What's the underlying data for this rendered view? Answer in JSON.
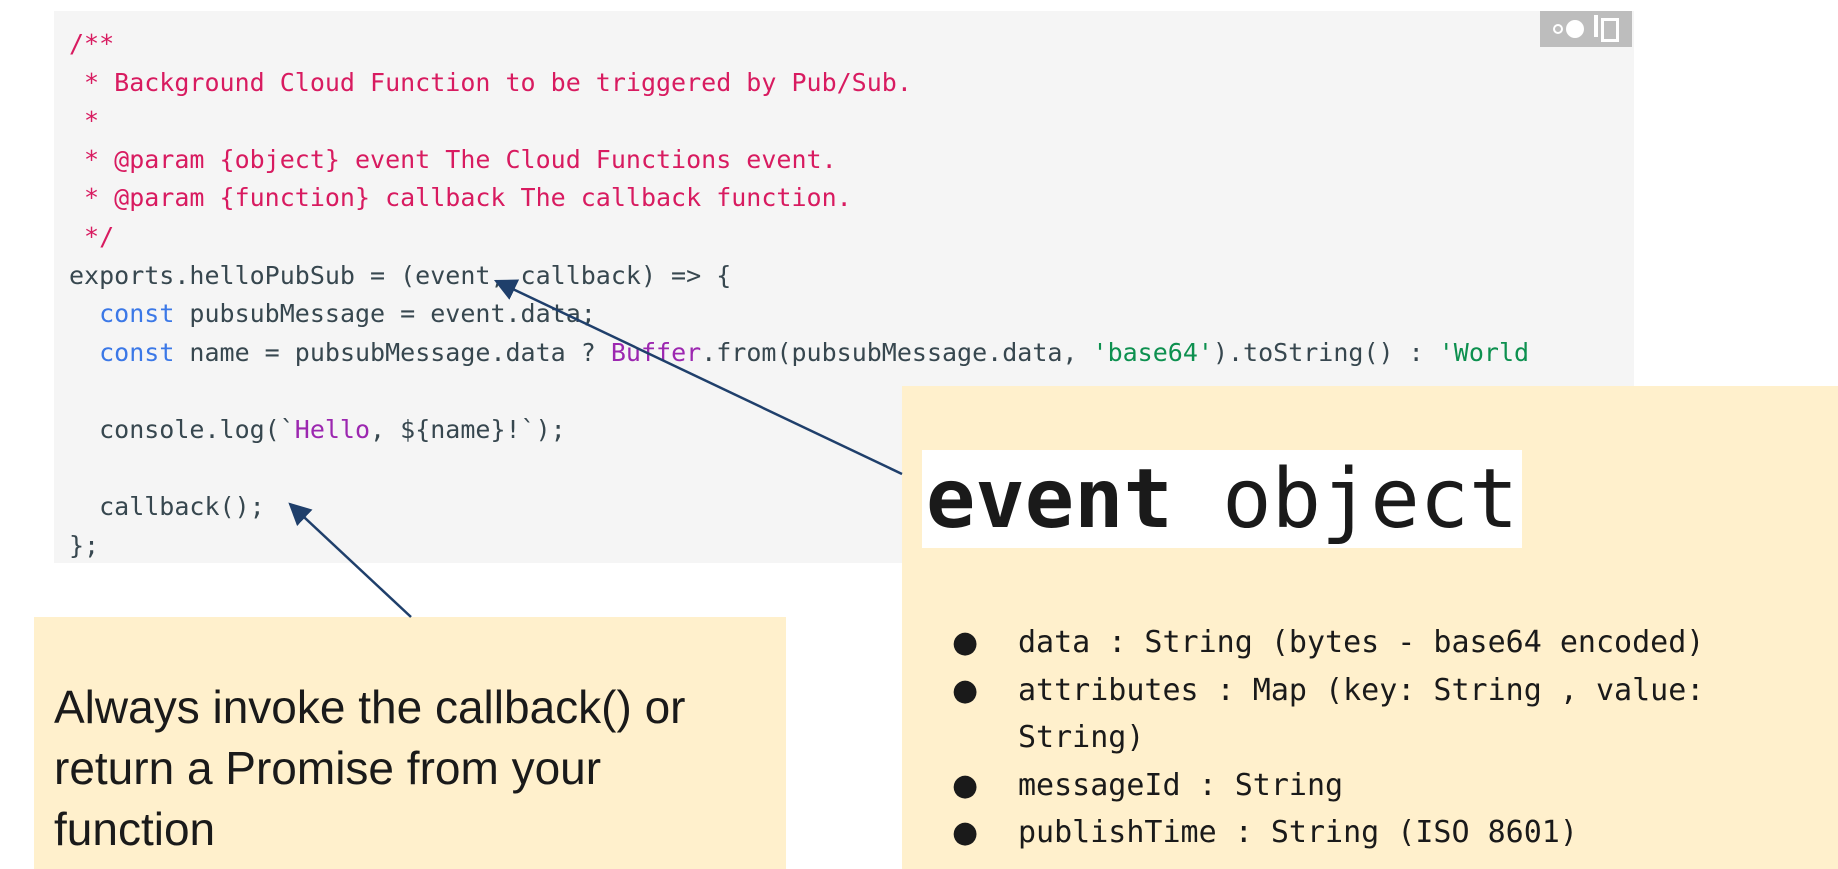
{
  "code_lines": [
    [
      {
        "t": "/**",
        "c": "comment"
      }
    ],
    [
      {
        "t": " * Background Cloud Function to be triggered by Pub/Sub.",
        "c": "comment"
      }
    ],
    [
      {
        "t": " *",
        "c": "comment"
      }
    ],
    [
      {
        "t": " * @param {object} event The Cloud Functions event.",
        "c": "comment"
      }
    ],
    [
      {
        "t": " * @param {function} callback The callback function.",
        "c": "comment"
      }
    ],
    [
      {
        "t": " */",
        "c": "comment"
      }
    ],
    [
      {
        "t": "exports.helloPubSub = (event, callback) => {",
        "c": ""
      }
    ],
    [
      {
        "t": "  ",
        "c": ""
      },
      {
        "t": "const",
        "c": "kw"
      },
      {
        "t": " pubsubMessage = event.data;",
        "c": ""
      }
    ],
    [
      {
        "t": "  ",
        "c": ""
      },
      {
        "t": "const",
        "c": "kw"
      },
      {
        "t": " name = pubsubMessage.data ? ",
        "c": ""
      },
      {
        "t": "Buffer",
        "c": "type"
      },
      {
        "t": ".from(pubsubMessage.data, ",
        "c": ""
      },
      {
        "t": "'base64'",
        "c": "str"
      },
      {
        "t": ").toString() : ",
        "c": ""
      },
      {
        "t": "'World",
        "c": "str"
      }
    ],
    [],
    [
      {
        "t": "  console.log(`",
        "c": ""
      },
      {
        "t": "Hello",
        "c": "tpl"
      },
      {
        "t": ", ${name}!`);",
        "c": ""
      }
    ],
    [],
    [
      {
        "t": "  callback();",
        "c": ""
      }
    ],
    [
      {
        "t": "};",
        "c": ""
      }
    ]
  ],
  "icons": [
    "toggle-icon",
    "copy-icon"
  ],
  "callout_left": {
    "text": "Always invoke the callback() or return a Promise from your function"
  },
  "callout_right": {
    "heading_bold": "event",
    "heading_rest": " object",
    "properties": [
      "data : String (bytes - base64 encoded)",
      "attributes : Map (key: String , value: String)",
      "messageId : String",
      "publishTime : String (ISO 8601)"
    ]
  },
  "colors": {
    "code_bg": "#f5f5f5",
    "comment": "#d81b60",
    "keyword": "#3b78e7",
    "type": "#9c27b0",
    "string": "#0d904f",
    "callout_bg": "#fff0cc",
    "arrow": "#1f3f6b"
  }
}
